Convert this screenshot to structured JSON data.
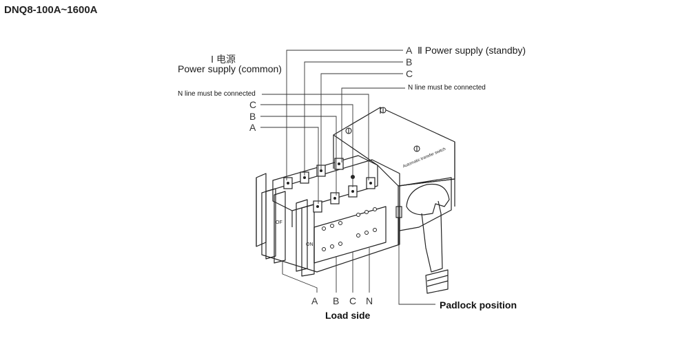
{
  "title": "DNQ8-100A~1600A",
  "diagram": {
    "left_supply": {
      "roman": "Ⅰ 电源",
      "label": "Power supply (common)"
    },
    "right_supply": {
      "phase_a": "A",
      "label": "Ⅱ Power supply (standby)",
      "phase_b": "B",
      "phase_c": "C",
      "n_line": "N line must be connected"
    },
    "left_n_line": "N line must be connected",
    "left_phases": {
      "c": "C",
      "b": "B",
      "a": "A"
    },
    "device_text": {
      "front_label": "Automatic transfer switch",
      "off": "OF",
      "on": "ON"
    },
    "load": {
      "phases": [
        "A",
        "B",
        "C",
        "N"
      ],
      "label": "Load side"
    },
    "padlock": "Padlock position"
  }
}
